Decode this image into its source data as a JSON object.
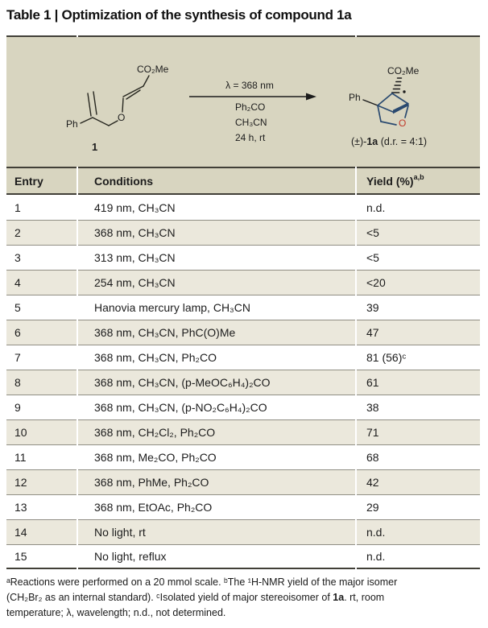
{
  "title": "Table 1 | Optimization of the synthesis of compound 1a",
  "scheme": {
    "reactant": {
      "co2me": "CO₂Me",
      "ph": "Ph",
      "o": "O",
      "label": "1"
    },
    "arrow": {
      "lambda": "λ = 368 nm",
      "reagent1": "Ph₂CO",
      "reagent2": "CH₃CN",
      "reagent3": "24 h, rt"
    },
    "product": {
      "co2me": "CO₂Me",
      "ph": "Ph",
      "o": "O",
      "label_pre": "(±)-",
      "label_bold": "1a",
      "label_post": " (d.r. = 4:1)"
    }
  },
  "table": {
    "headers": {
      "entry": "Entry",
      "conditions": "Conditions",
      "yield_base": "Yield (%)",
      "yield_sup": "a,b"
    },
    "rows": [
      {
        "entry": "1",
        "conditions": "419 nm, CH₃CN",
        "yield": "n.d."
      },
      {
        "entry": "2",
        "conditions": "368 nm, CH₃CN",
        "yield": "<5"
      },
      {
        "entry": "3",
        "conditions": "313 nm, CH₃CN",
        "yield": "<5"
      },
      {
        "entry": "4",
        "conditions": "254 nm, CH₃CN",
        "yield": "<20"
      },
      {
        "entry": "5",
        "conditions": "Hanovia mercury lamp, CH₃CN",
        "yield": "39"
      },
      {
        "entry": "6",
        "conditions": "368 nm, CH₃CN, PhC(O)Me",
        "yield": "47"
      },
      {
        "entry": "7",
        "conditions": "368 nm, CH₃CN, Ph₂CO",
        "yield": "81 (56)ᶜ"
      },
      {
        "entry": "8",
        "conditions": "368 nm, CH₃CN, (p-MeOC₆H₄)₂CO",
        "yield": "61"
      },
      {
        "entry": "9",
        "conditions": "368 nm, CH₃CN, (p-NO₂C₆H₄)₂CO",
        "yield": "38"
      },
      {
        "entry": "10",
        "conditions": "368 nm, CH₂Cl₂, Ph₂CO",
        "yield": "71"
      },
      {
        "entry": "11",
        "conditions": "368 nm, Me₂CO, Ph₂CO",
        "yield": "68"
      },
      {
        "entry": "12",
        "conditions": "368 nm, PhMe, Ph₂CO",
        "yield": "42"
      },
      {
        "entry": "13",
        "conditions": "368 nm, EtOAc, Ph₂CO",
        "yield": "29"
      },
      {
        "entry": "14",
        "conditions": "No light, rt",
        "yield": "n.d."
      },
      {
        "entry": "15",
        "conditions": "No light, reflux",
        "yield": "n.d."
      }
    ]
  },
  "footnote": {
    "line1": "ᵃReactions were performed on a 20 mmol scale. ᵇThe ¹H-NMR yield of the major isomer",
    "line2_pre": "(CH₂Br₂ as an internal standard). ᶜIsolated yield of major stereoisomer of ",
    "line2_bold": "1a",
    "line2_post": ". rt, room",
    "line3": "temperature; λ, wavelength; n.d., not determined."
  },
  "colors": {
    "scheme_bg": "#d8d5c0",
    "stripe_bg": "#ebe8dc",
    "rule_dark": "#413f37",
    "rule_light": "#908e84",
    "bond_blue": "#2a4a70",
    "atom_red": "#c03a2a"
  }
}
